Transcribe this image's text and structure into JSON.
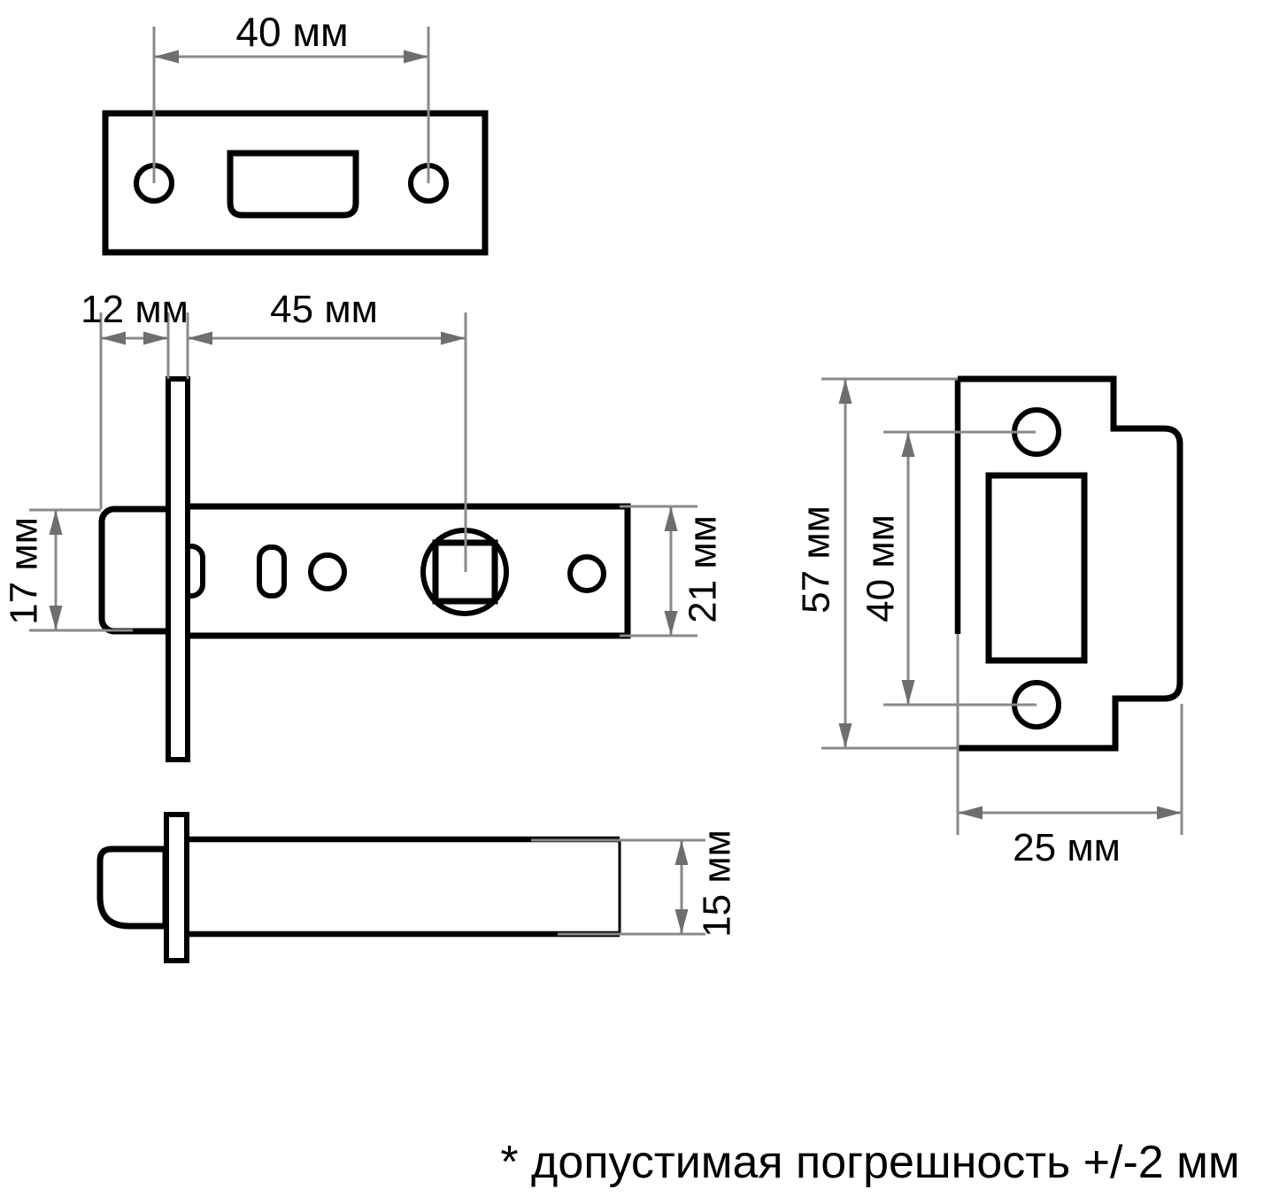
{
  "note": "* допустимая погрешность +/-2 мм",
  "views": {
    "faceplate_front": {
      "name": "faceplate-front-view",
      "dims": {
        "hole_spacing": "40 мм"
      }
    },
    "latch_side": {
      "name": "latch-body-side-view",
      "dims": {
        "bolt_protrusion": "12 мм",
        "backset": "45 мм",
        "bolt_height": "17 мм",
        "body_height": "21 мм"
      }
    },
    "latch_top": {
      "name": "latch-body-top-view",
      "dims": {
        "thickness": "15 мм"
      }
    },
    "strike_plate": {
      "name": "strike-plate-view",
      "dims": {
        "height": "57 мм",
        "hole_spacing": "40 мм",
        "width": "25 мм"
      }
    }
  },
  "colors": {
    "outline": "#000000",
    "dim_line": "#8a8a8a",
    "arrowhead": "#6e6e6e",
    "background": "#ffffff"
  }
}
